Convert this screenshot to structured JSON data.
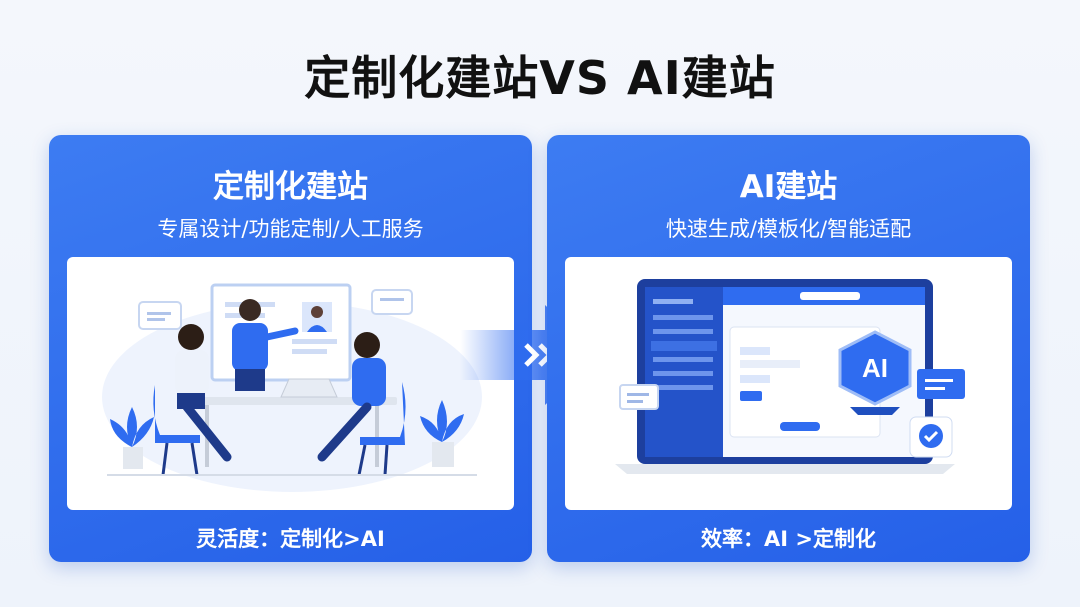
{
  "title": "定制化建站VS AI建站",
  "left_panel": {
    "title": "定制化建站",
    "subtitle": "专属设计/功能定制/人工服务",
    "footer": "灵活度：定制化>AI"
  },
  "right_panel": {
    "title": "AI建站",
    "subtitle": "快速生成/模板化/智能适配",
    "footer": "效率：AI >定制化",
    "ai_badge": "AI"
  },
  "colors": {
    "panel_blue": "#2f6cf0",
    "accent_dark": "#1f4fbf",
    "text_dark": "#111111"
  },
  "icons": {
    "arrow": "chevron-arrow-right-icon",
    "check": "check-circle-icon",
    "ai_hex": "ai-hexagon-icon"
  }
}
